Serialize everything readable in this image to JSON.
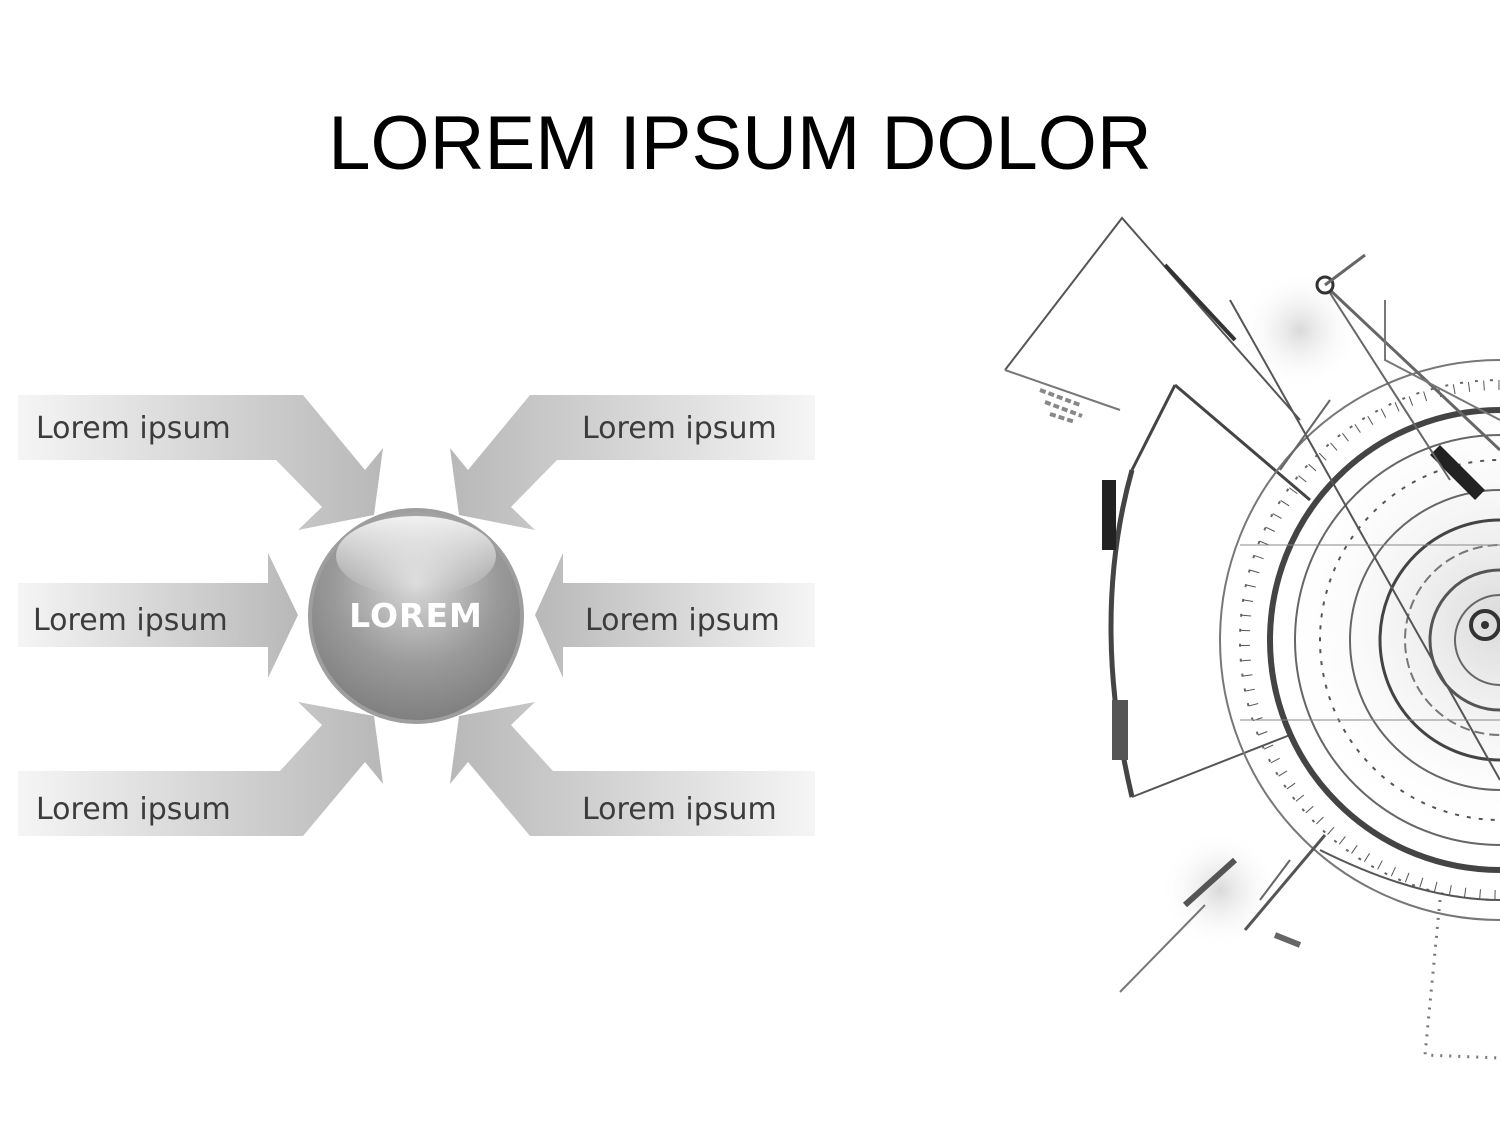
{
  "slide": {
    "title": "LOREM IPSUM DOLOR"
  },
  "diagram": {
    "hub_label": "LOREM",
    "items": [
      {
        "label": "Lorem ipsum"
      },
      {
        "label": "Lorem ipsum"
      },
      {
        "label": "Lorem ipsum"
      },
      {
        "label": "Lorem ipsum"
      },
      {
        "label": "Lorem ipsum"
      },
      {
        "label": "Lorem ipsum"
      }
    ]
  },
  "colors": {
    "arrow_light": "#f4f4f4",
    "arrow_dark": "#b9b9b9",
    "hub_dark": "#8a8a8a",
    "hub_light": "#d6d6d6",
    "text": "#3c3c3c"
  }
}
